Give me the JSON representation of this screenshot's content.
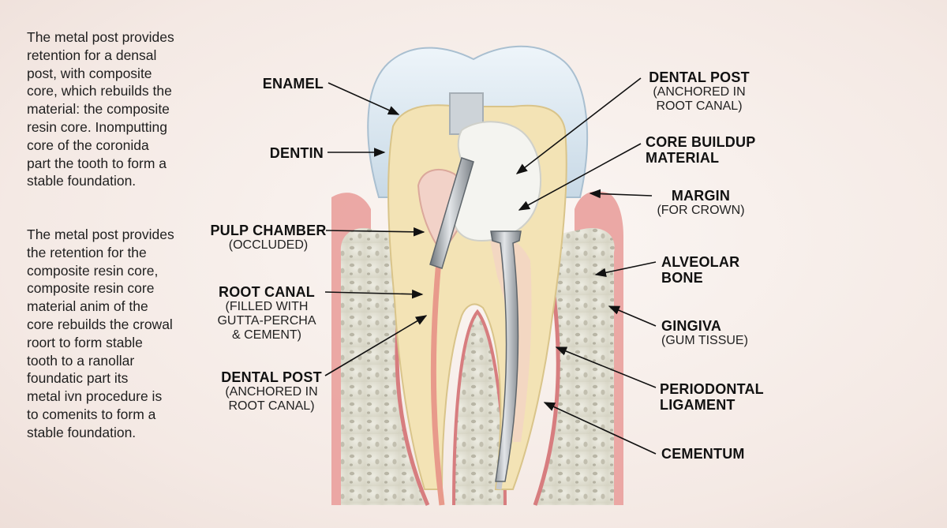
{
  "paragraphs": {
    "p1": "The metal post provides\nretention for a densal\npost, with composite\ncore, which rebuilds the\nmaterial: the composite\nresin core. Inomputting\ncore of the coronida\npart the tooth to form a\nstable foundation.",
    "p2": "The metal post provides\nthe retention for the\ncomposite resin core,\ncomposite resin core\nmaterial anim of the\ncore rebuilds the crowal\nroort to form stable\ntooth to a ranollar\nfoundatic part its\nmetal ivn procedure is\nto comenits to form a\nstable foundation."
  },
  "labels": {
    "enamel": {
      "title": "ENAMEL"
    },
    "dentin": {
      "title": "DENTIN"
    },
    "pulp_chamber": {
      "title": "PULP CHAMBER",
      "sub": "(OCCLUDED)"
    },
    "root_canal": {
      "title": "ROOT CANAL",
      "sub": "(FILLED WITH\nGUTTA-PERCHA\n& CEMENT)"
    },
    "dental_post_left": {
      "title": "DENTAL POST",
      "sub": "(ANCHORED IN\nROOT CANAL)"
    },
    "dental_post_right": {
      "title": "DENTAL POST",
      "sub": "(ANCHORED IN\nROOT CANAL)"
    },
    "core_buildup": {
      "title": "CORE BUILDUP\nMATERIAL"
    },
    "margin": {
      "title": "MARGIN",
      "sub": "(FOR CROWN)"
    },
    "alveolar_bone": {
      "title": "ALVEOLAR\nBONE"
    },
    "gingiva": {
      "title": "GINGIVA",
      "sub": "(GUM TISSUE)"
    },
    "periodontal_ligament": {
      "title": "PERIODONTAL\nLIGAMENT"
    },
    "cementum": {
      "title": "CEMENTUM"
    }
  },
  "colors": {
    "enamel": "#dce8f0",
    "dentin": "#f3e3b5",
    "pulp": "#f2d2c8",
    "gingiva": "#eaa3a0",
    "bone": "#e3e1d4",
    "post": "#9da3a8",
    "core": "#f4f4f0"
  }
}
